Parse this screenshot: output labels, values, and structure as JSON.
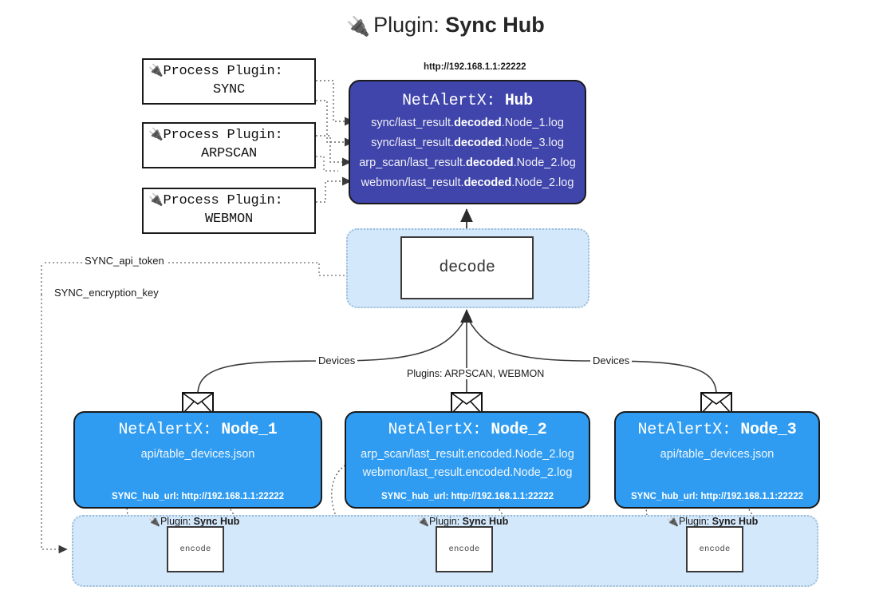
{
  "title": {
    "icon": "plug-icon",
    "prefix": "Plugin:",
    "name": "Sync Hub"
  },
  "process_plugins": [
    {
      "icon": "plug-icon",
      "line1": "Process Plugin:",
      "line2": "SYNC"
    },
    {
      "icon": "plug-icon",
      "line1": "Process Plugin:",
      "line2": "ARPSCAN"
    },
    {
      "icon": "plug-icon",
      "line1": "Process Plugin:",
      "line2": "WEBMON"
    }
  ],
  "hub": {
    "url": "http://192.168.1.1:22222",
    "title_prefix": "NetAlertX:",
    "title_name": "Hub",
    "logs": [
      {
        "pre": "sync/last_result.",
        "mid": "decoded",
        "post": ".Node_1.log"
      },
      {
        "pre": "sync/last_result.",
        "mid": "decoded",
        "post": ".Node_3.log"
      },
      {
        "pre": "arp_scan/last_result.",
        "mid": "decoded",
        "post": ".Node_2.log"
      },
      {
        "pre": "webmon/last_result.",
        "mid": "decoded",
        "post": ".Node_2.log"
      }
    ]
  },
  "decode": {
    "label": "decode"
  },
  "config_labels": {
    "api_token": "SYNC_api_token",
    "encryption_key": "SYNC_encryption_key"
  },
  "edge_labels": {
    "devices_left": "Devices",
    "plugins_center": "Plugins: ARPSCAN, WEBMON",
    "devices_right": "Devices"
  },
  "nodes": [
    {
      "title_prefix": "NetAlertX:",
      "title_name": "Node_1",
      "lines": [
        "api/table_devices.json"
      ],
      "sub": "SYNC_hub_url: http://192.168.1.1:22222",
      "envelope_icon": "envelope-icon"
    },
    {
      "title_prefix": "NetAlertX:",
      "title_name": "Node_2",
      "lines": [
        "arp_scan/last_result.encoded.Node_2.log",
        "webmon/last_result.encoded.Node_2.log"
      ],
      "sub": "SYNC_hub_url: http://192.168.1.1:22222",
      "envelope_icon": "envelope-icon"
    },
    {
      "title_prefix": "NetAlertX:",
      "title_name": "Node_3",
      "lines": [
        "api/table_devices.json"
      ],
      "sub": "SYNC_hub_url: http://192.168.1.1:22222",
      "envelope_icon": "envelope-icon"
    }
  ],
  "encoders": [
    {
      "icon": "plug-icon",
      "prefix": "Plugin:",
      "name": "Sync Hub",
      "box_label": "encode"
    },
    {
      "icon": "plug-icon",
      "prefix": "Plugin:",
      "name": "Sync Hub",
      "box_label": "encode"
    },
    {
      "icon": "plug-icon",
      "prefix": "Plugin:",
      "name": "Sync Hub",
      "box_label": "encode"
    }
  ],
  "colors": {
    "hub_fill": "#4045ab",
    "node_fill": "#2f9cf2",
    "container_fill": "#d4e8fb",
    "stroke": "#1a1a1a"
  }
}
